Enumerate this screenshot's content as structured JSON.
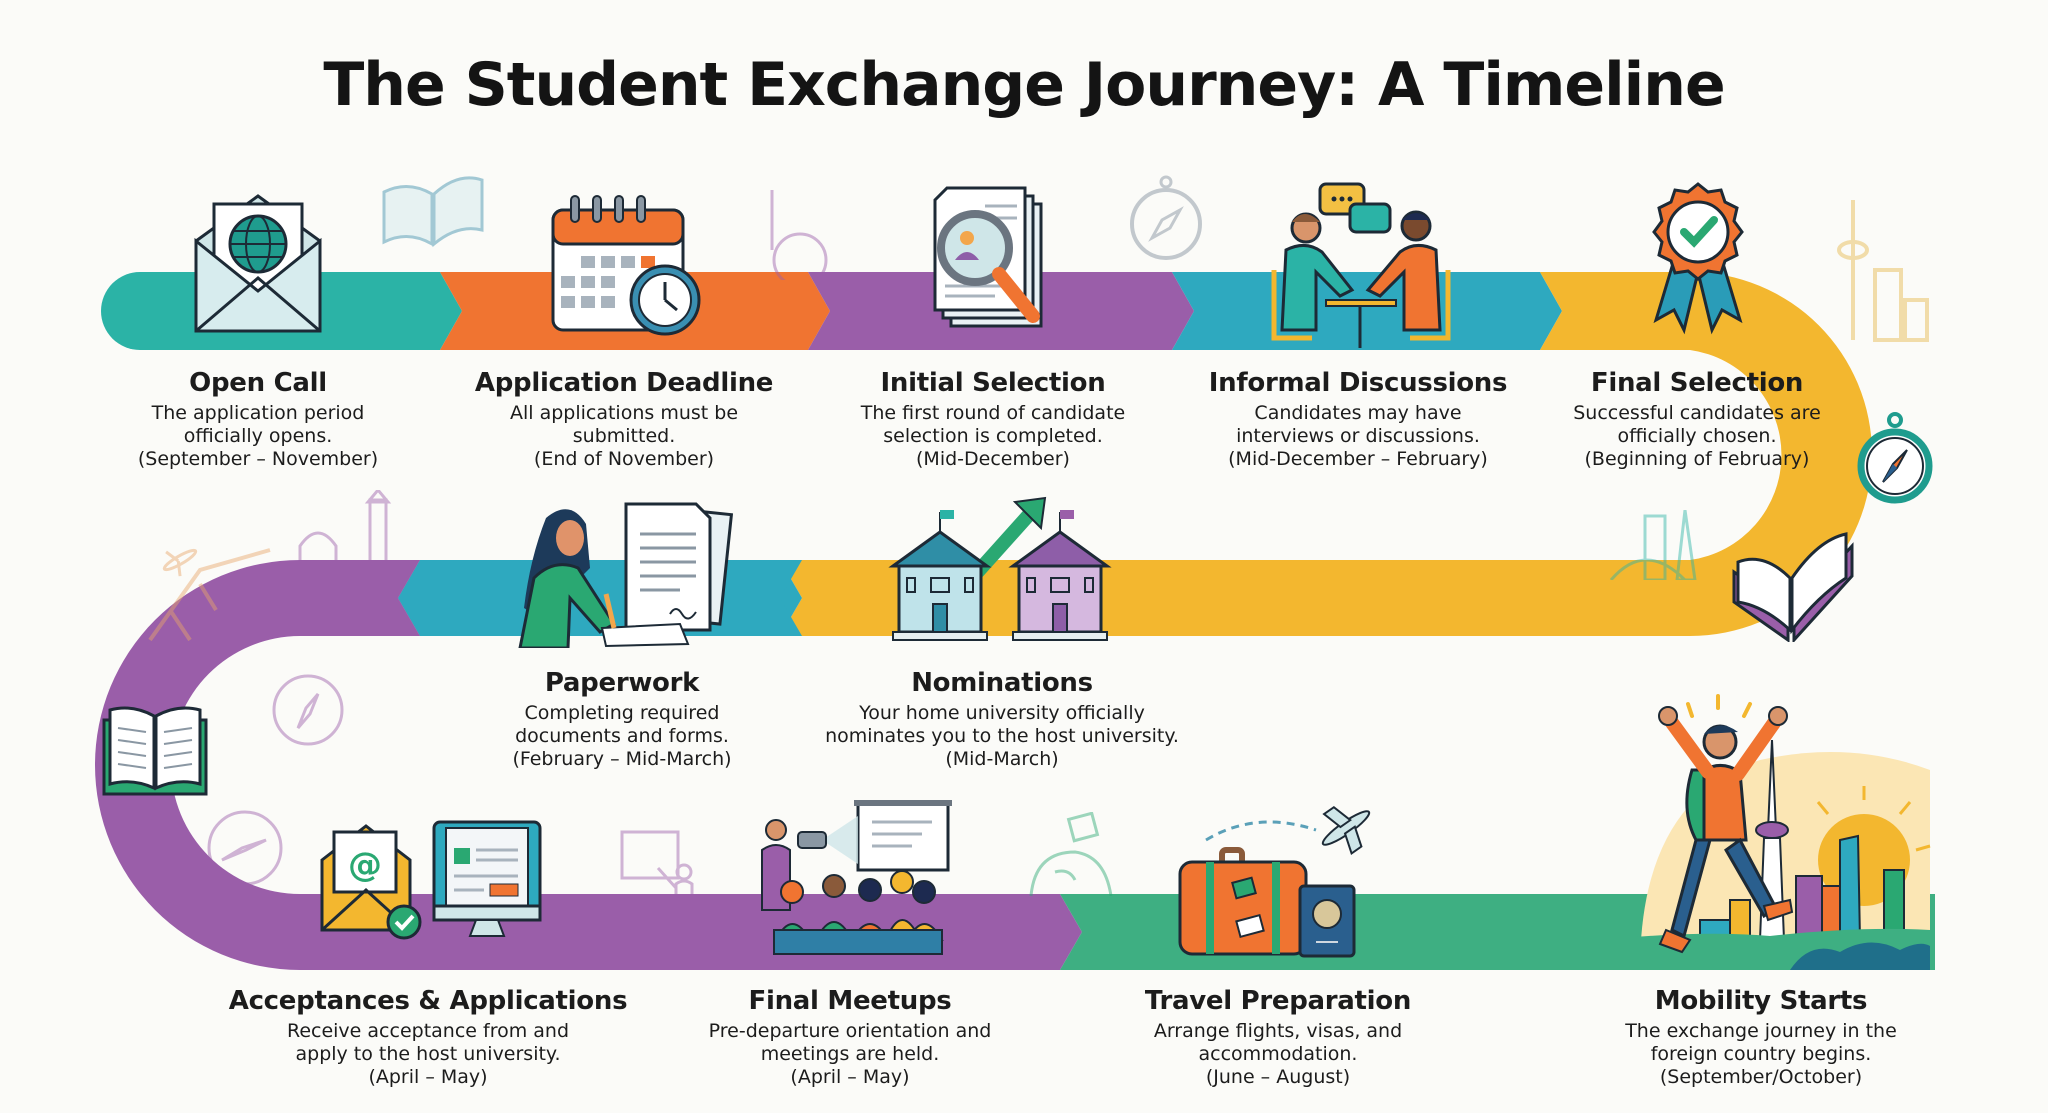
{
  "title": "The Student Exchange Journey: A Timeline",
  "colors": {
    "teal": "#2bb3a6",
    "orange": "#f07431",
    "purple": "#9a5ea9",
    "blue": "#2ea9bf",
    "yellow": "#f3b72f",
    "green": "#3eaf82",
    "text": "#1c1c1c",
    "background": "#fbfbf8"
  },
  "steps": [
    {
      "title": "Open Call",
      "description_lines": [
        "The application period",
        "officially opens."
      ],
      "period": "(September – November)",
      "icon": "envelope-globe-icon",
      "segment_color": "teal"
    },
    {
      "title": "Application Deadline",
      "description_lines": [
        "All applications must be",
        "submitted."
      ],
      "period": "(End of November)",
      "icon": "calendar-clock-icon",
      "segment_color": "orange"
    },
    {
      "title": "Initial Selection",
      "description_lines": [
        "The first round of candidate",
        "selection is completed."
      ],
      "period": "(Mid-December)",
      "icon": "magnifier-documents-icon",
      "segment_color": "purple"
    },
    {
      "title": "Informal Discussions",
      "description_lines": [
        "Candidates may have",
        "interviews or discussions."
      ],
      "period": "(Mid-December – February)",
      "icon": "conversation-people-icon",
      "segment_color": "blue"
    },
    {
      "title": "Final Selection",
      "description_lines": [
        "Successful candidates are",
        "officially chosen."
      ],
      "period": "(Beginning of February)",
      "icon": "award-ribbon-check-icon",
      "segment_color": "yellow"
    },
    {
      "title": "Nominations",
      "description_lines": [
        "Your home university officially",
        "nominates you to the host university."
      ],
      "period": "(Mid-March)",
      "icon": "universities-arrow-icon",
      "segment_color": "yellow"
    },
    {
      "title": "Paperwork",
      "description_lines": [
        "Completing required",
        "documents and forms."
      ],
      "period": "(February – Mid-March)",
      "icon": "person-signing-documents-icon",
      "segment_color": "blue"
    },
    {
      "title": "Acceptances & Applications",
      "description_lines": [
        "Receive acceptance from and",
        "apply to the host university."
      ],
      "period": "(April – May)",
      "icon": "email-monitor-icon",
      "segment_color": "purple"
    },
    {
      "title": "Final Meetups",
      "description_lines": [
        "Pre-departure orientation and",
        "meetings are held."
      ],
      "period": "(April – May)",
      "icon": "presentation-audience-icon",
      "segment_color": "purple"
    },
    {
      "title": "Travel Preparation",
      "description_lines": [
        "Arrange flights, visas, and",
        "accommodation."
      ],
      "period": "(June – August)",
      "icon": "suitcase-passport-plane-icon",
      "segment_color": "green"
    },
    {
      "title": "Mobility Starts",
      "description_lines": [
        "The exchange journey in the",
        "foreign country begins."
      ],
      "period": "(September/October)",
      "icon": "traveler-city-skyline-icon",
      "segment_color": "green"
    }
  ],
  "decorations": [
    "open-book-icon",
    "compass-icon",
    "landmark-skyline-icon",
    "airplane-icon",
    "globe-outline-icon"
  ]
}
